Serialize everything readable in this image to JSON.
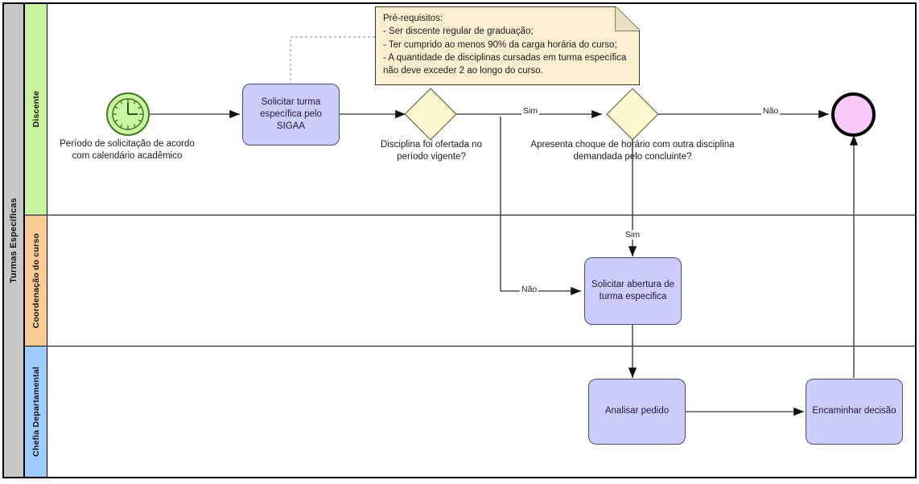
{
  "pool": {
    "name": "Turmas Específicas",
    "lanes": [
      {
        "id": "discente",
        "label": "Discente",
        "color": "#c9f29f"
      },
      {
        "id": "coordenacao",
        "label": "Coordenação do curso",
        "color": "#fbcb96"
      },
      {
        "id": "chefia",
        "label": "Chefia Departamental",
        "color": "#9dc9fb"
      }
    ]
  },
  "events": {
    "start": {
      "icon": "timer-clock-icon",
      "caption": "Período de solicitação de acordo\ncom calendário acadêmico",
      "fill": "#ccf5a1"
    },
    "end": {
      "icon": "end-event-icon",
      "fill": "#f9caf9"
    }
  },
  "tasks": [
    {
      "id": "solicitar-turma",
      "label": "Solicitar turma\nespecífica pelo\nSIGAA",
      "lane": "discente"
    },
    {
      "id": "solicitar-abertura",
      "label": "Solicitar abertura de\nturma especifica",
      "lane": "coordenacao"
    },
    {
      "id": "analisar-pedido",
      "label": "Analisar pedido",
      "lane": "chefia"
    },
    {
      "id": "encaminhar-decisao",
      "label": "Encaminhar decisão",
      "lane": "chefia"
    }
  ],
  "gateways": [
    {
      "id": "gw-ofertada",
      "caption": "Disciplina foi ofertada no\nperíodo vigente?",
      "fill": "#fdf8cf"
    },
    {
      "id": "gw-choque",
      "caption": "Apresenta choque de horário com outra disciplina\ndemandada pelo concluinte?",
      "fill": "#fdf8cf"
    }
  ],
  "flow_labels": {
    "gw1_sim": "Sim",
    "gw1_nao": "Não",
    "gw2_sim": "Sim",
    "gw2_nao": "Não"
  },
  "note": {
    "title": "Pré-requisitos:",
    "text": "Pré-requisitos:\n- Ser discente regular de graduação;\n- Ter cumprido ao menos 90% da carga horária do curso;\n- A quantidade de disciplinas cursadas em turma específica\nnão deve exceder 2 ao longo do curso.",
    "fill": "#fbefd0"
  },
  "colors": {
    "task_fill": "#ccccfa",
    "gateway_fill": "#fdf8cf",
    "note_fill": "#fbefd0",
    "pool_header": "#c8c8c8",
    "edge": "#555555"
  }
}
